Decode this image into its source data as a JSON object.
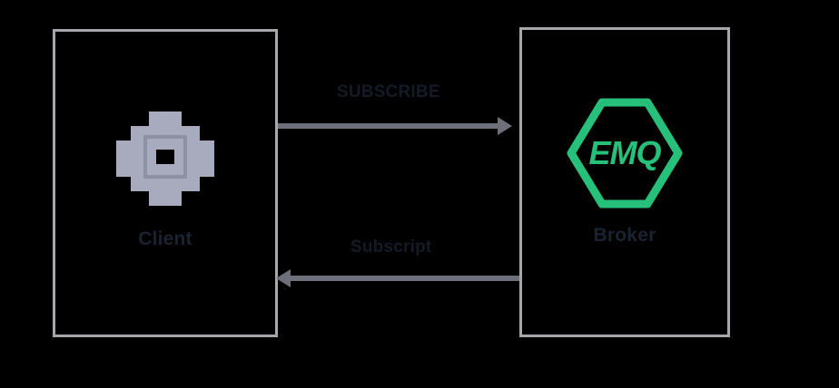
{
  "diagram": {
    "type": "mqtt-pub-sub-flow",
    "background_color": "#000000",
    "border_color": "#a6a6ab",
    "edge_color": "#6d707b",
    "accent_color": "#27c07a",
    "label_color": "#1b2230",
    "nodes": [
      {
        "id": "client",
        "label": "Client",
        "icon": "gear-icon",
        "icon_color": "#a8abbd"
      },
      {
        "id": "broker",
        "label": "Broker",
        "icon": "emq-hexagon-logo",
        "icon_text": "EMQ",
        "icon_color": "#27c07a"
      }
    ],
    "edges": [
      {
        "id": "subscribe",
        "label": "SUBSCRIBE",
        "from": "client",
        "to": "broker",
        "direction": "right"
      },
      {
        "id": "publish",
        "label": "Subscript",
        "from": "broker",
        "to": "client",
        "direction": "left"
      }
    ]
  }
}
